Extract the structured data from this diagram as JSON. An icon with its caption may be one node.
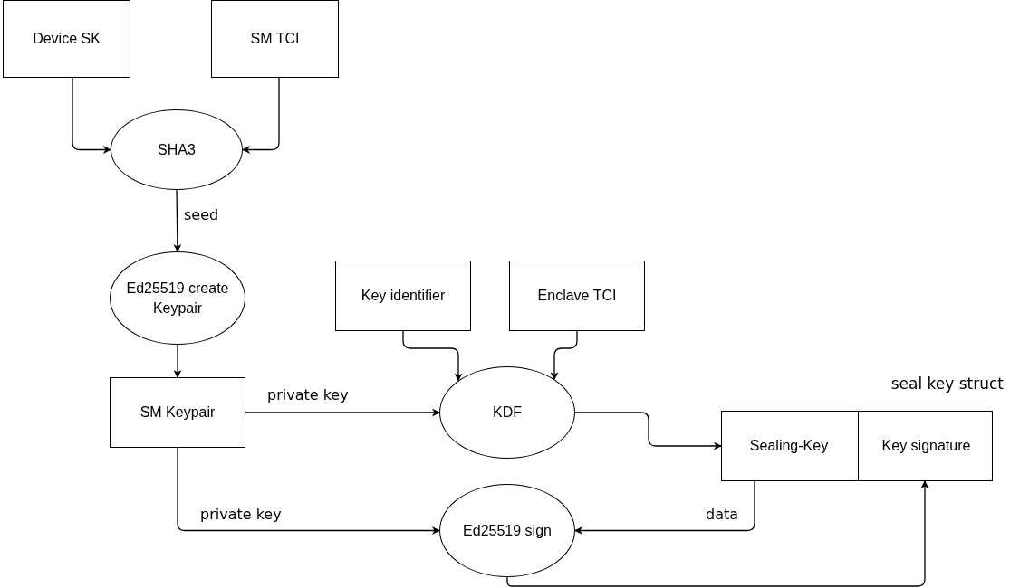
{
  "diagram": {
    "nodes": [
      {
        "text": [
          "Device SK"
        ]
      },
      {
        "text": [
          "SM TCI"
        ]
      },
      {
        "text": [
          "SHA3"
        ]
      },
      {
        "text": [
          "Ed25519 create Keypair"
        ]
      },
      {
        "text": [
          "SM Keypair"
        ]
      },
      {
        "text": [
          "Key identifier"
        ]
      },
      {
        "text": [
          "Enclave TCI"
        ]
      },
      {
        "text": [
          "KDF"
        ]
      },
      {
        "text": [
          "seal key struct"
        ]
      },
      {
        "text": [
          "Sealing-Key"
        ],
        "in": 8
      },
      {
        "text": [
          "Key signature"
        ],
        "in": 8
      },
      {
        "text": [
          "Ed25519 sign"
        ]
      }
    ],
    "edges": [
      {
        "from": 0,
        "to": 2,
        "arrow": "to"
      },
      {
        "from": 1,
        "to": 2,
        "arrow": "to"
      },
      {
        "from": 2,
        "to": 3,
        "arrow": "to",
        "label": "seed"
      },
      {
        "from": 3,
        "to": 4,
        "arrow": "to"
      },
      {
        "from": 4,
        "to": 7,
        "arrow": "to",
        "label": "private key"
      },
      {
        "from": 5,
        "to": 7,
        "arrow": "to"
      },
      {
        "from": 6,
        "to": 7,
        "arrow": "to"
      },
      {
        "from": 7,
        "to": 9,
        "arrow": "to"
      },
      {
        "from": 9,
        "to": 11,
        "arrow": "to",
        "label": "data"
      },
      {
        "from": 4,
        "to": 11,
        "arrow": "to",
        "label": "private key"
      },
      {
        "from": 11,
        "to": 10,
        "arrow": "to"
      }
    ]
  }
}
